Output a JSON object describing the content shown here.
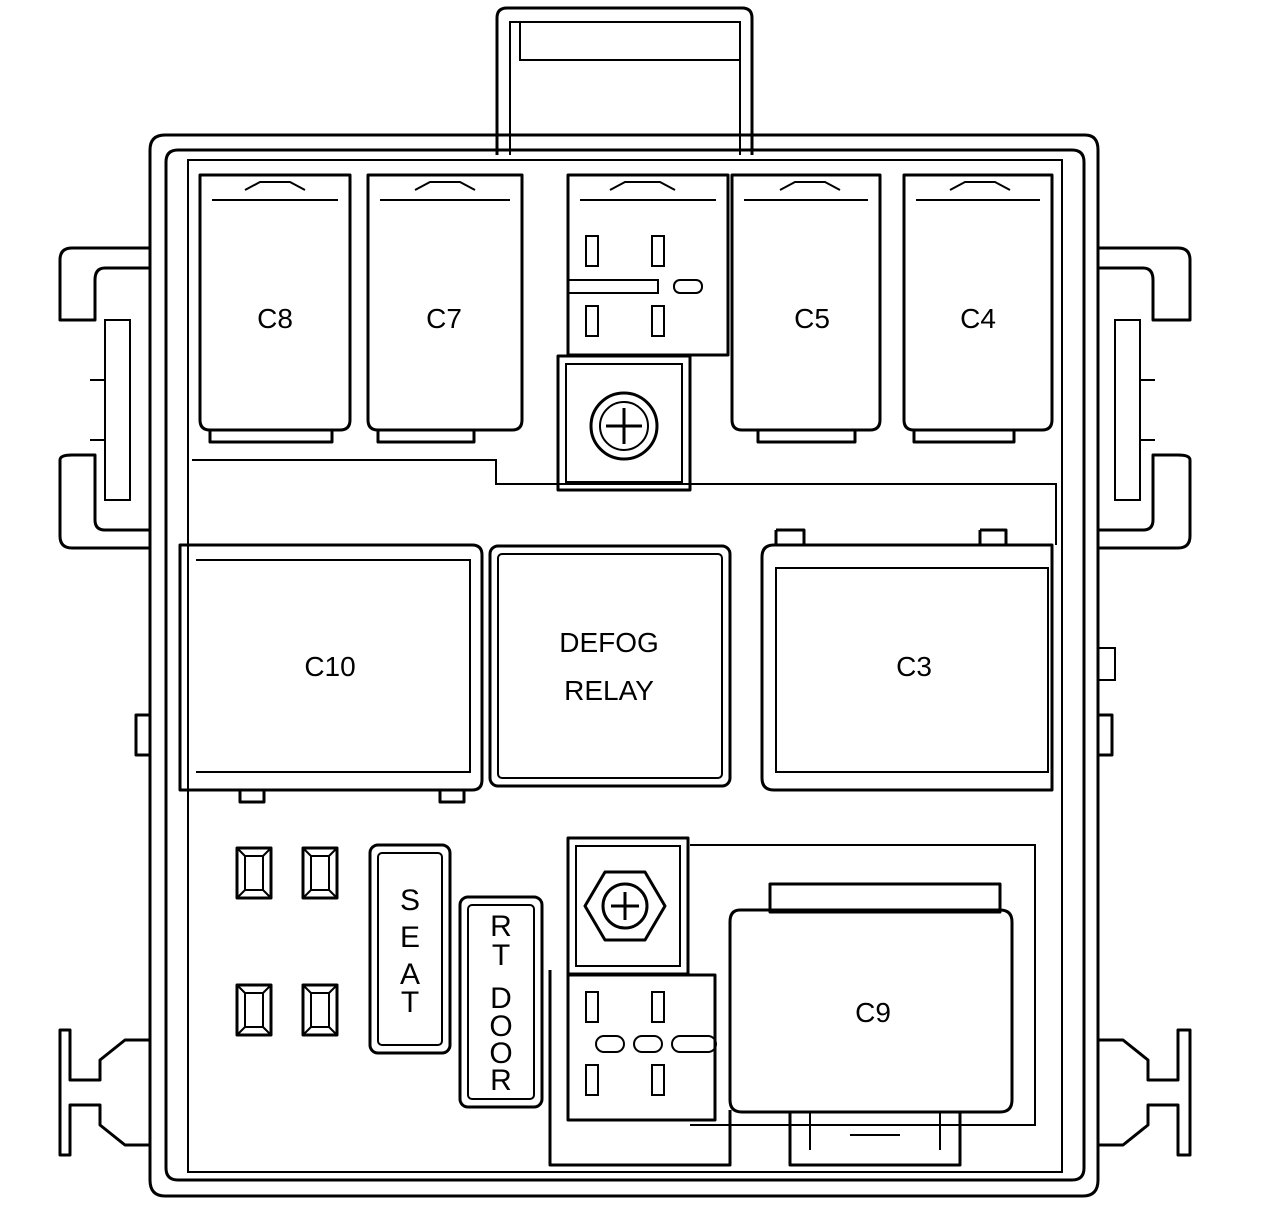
{
  "diagram": {
    "labels": {
      "c8": "C8",
      "c7": "C7",
      "c5": "C5",
      "c4": "C4",
      "c10": "C10",
      "defog_line1": "DEFOG",
      "defog_line2": "RELAY",
      "c3": "C3",
      "c9": "C9",
      "seat": [
        "S",
        "E",
        "A",
        "T"
      ],
      "rt_door_col1": [
        "R",
        "T"
      ],
      "rt_door_col2": [
        "D",
        "O",
        "O",
        "R"
      ]
    },
    "colors": {
      "line": "#000000",
      "background": "#ffffff"
    }
  }
}
